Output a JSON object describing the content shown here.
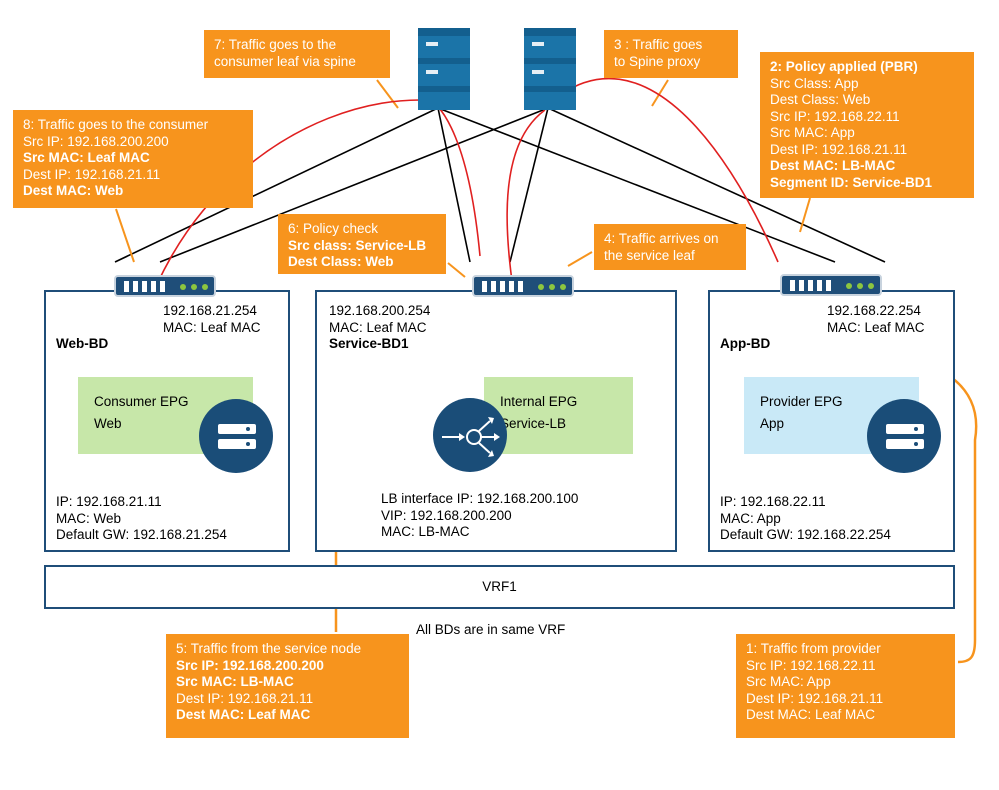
{
  "colors": {
    "callout": "#f7941d",
    "frame": "#1f4e79",
    "epg_green": "#c7e7a9",
    "epg_blue": "#c9e9f7",
    "arrow_red": "#e02020",
    "link_black": "#000000",
    "spine": "#1b74a8",
    "loop_orange": "#f7941d"
  },
  "icons": {
    "spine": "server-rack-icon",
    "leaf": "switch-icon",
    "endpoint": "server-icon",
    "load_balancer": "load-balancer-icon"
  },
  "callouts": {
    "c7": {
      "line1": "7: Traffic goes to the",
      "line2": "consumer leaf via spine"
    },
    "c3": {
      "line1": "3 : Traffic goes",
      "line2": "to Spine proxy"
    },
    "c2": {
      "title": "2: Policy applied (PBR)",
      "l1": "Src Class: App",
      "l2": "Dest Class: Web",
      "l3": "Src IP: 192.168.22.11",
      "l4": "Src MAC: App",
      "l5": "Dest IP: 192.168.21.11",
      "l6": "Dest MAC: LB-MAC",
      "l7": "Segment ID: Service-BD1"
    },
    "c8": {
      "l1": "8: Traffic goes to the consumer",
      "l2": "Src IP: 192.168.200.200",
      "l3": "Src MAC: Leaf MAC",
      "l4": "Dest IP: 192.168.21.11",
      "l5": "Dest MAC: Web"
    },
    "c6": {
      "l1": "6: Policy check",
      "l2": "Src class: Service-LB",
      "l3": "Dest Class: Web"
    },
    "c4": {
      "l1": "4: Traffic arrives on",
      "l2": "the service leaf"
    },
    "c5": {
      "l1": "5: Traffic from the service node",
      "l2": "Src IP: 192.168.200.200",
      "l3": "Src MAC: LB-MAC",
      "l4": "Dest IP: 192.168.21.11",
      "l5": "Dest MAC: Leaf MAC"
    },
    "c1": {
      "l1": "1: Traffic from provider",
      "l2": "Src IP: 192.168.22.11",
      "l3": "Src MAC: App",
      "l4": "Dest IP: 192.168.21.11",
      "l5": "Dest MAC: Leaf MAC"
    }
  },
  "web_bd": {
    "gw_ip": "192.168.21.254",
    "gw_mac": "MAC: Leaf MAC",
    "name": "Web-BD",
    "epg_l1": "Consumer EPG",
    "epg_l2": "Web",
    "ip": "IP: 192.168.21.11",
    "mac": "MAC: Web",
    "gw": "Default GW: 192.168.21.254"
  },
  "service_bd": {
    "gw_ip": "192.168.200.254",
    "gw_mac": "MAC: Leaf MAC",
    "name": "Service-BD1",
    "epg_l1": "Internal EPG",
    "epg_l2": "Service-LB",
    "lb_ip": "LB interface IP: 192.168.200.100",
    "vip": "VIP: 192.168.200.200",
    "mac": "MAC: LB-MAC"
  },
  "app_bd": {
    "gw_ip": "192.168.22.254",
    "gw_mac": "MAC: Leaf MAC",
    "name": "App-BD",
    "epg_l1": "Provider EPG",
    "epg_l2": "App",
    "ip": "IP: 192.168.22.11",
    "mac": "MAC: App",
    "gw": "Default GW: 192.168.22.254"
  },
  "vrf": {
    "label": "VRF1",
    "note": "All BDs are in same VRF"
  }
}
